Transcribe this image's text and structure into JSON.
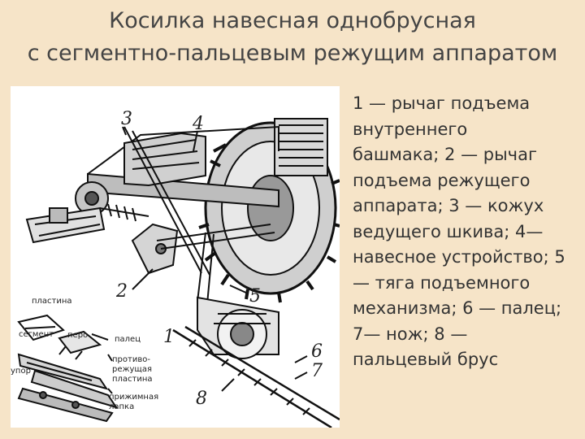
{
  "title": {
    "line1": "Косилка навесная однобрусная",
    "line2": "с сегментно-пальцевым режущим аппаратом"
  },
  "figure": {
    "labels": {
      "plastina": "пластина",
      "segment": "сегмент",
      "pero": "перо",
      "upor": "упор",
      "palec": "палец",
      "protivo1": "противо-",
      "protivo2": "режущая",
      "protivo3": "пластина",
      "prizhim1": "прижимная",
      "prizhim2": "лапка"
    },
    "numbers": [
      "1",
      "2",
      "3",
      "4",
      "5",
      "6",
      "7",
      "8"
    ]
  },
  "legend": {
    "lines": [
      "1 — рычаг подъема",
      "внутреннего",
      "башмака; 2 — рычаг",
      "подъема режущего",
      "аппарата; 3 — кожух",
      "ведущего шкива; 4—",
      "навесное устройство; 5",
      "— тяга подъемного",
      "механизма; 6 — палец;",
      "7— нож; 8 —",
      "пальцевый брус"
    ]
  }
}
